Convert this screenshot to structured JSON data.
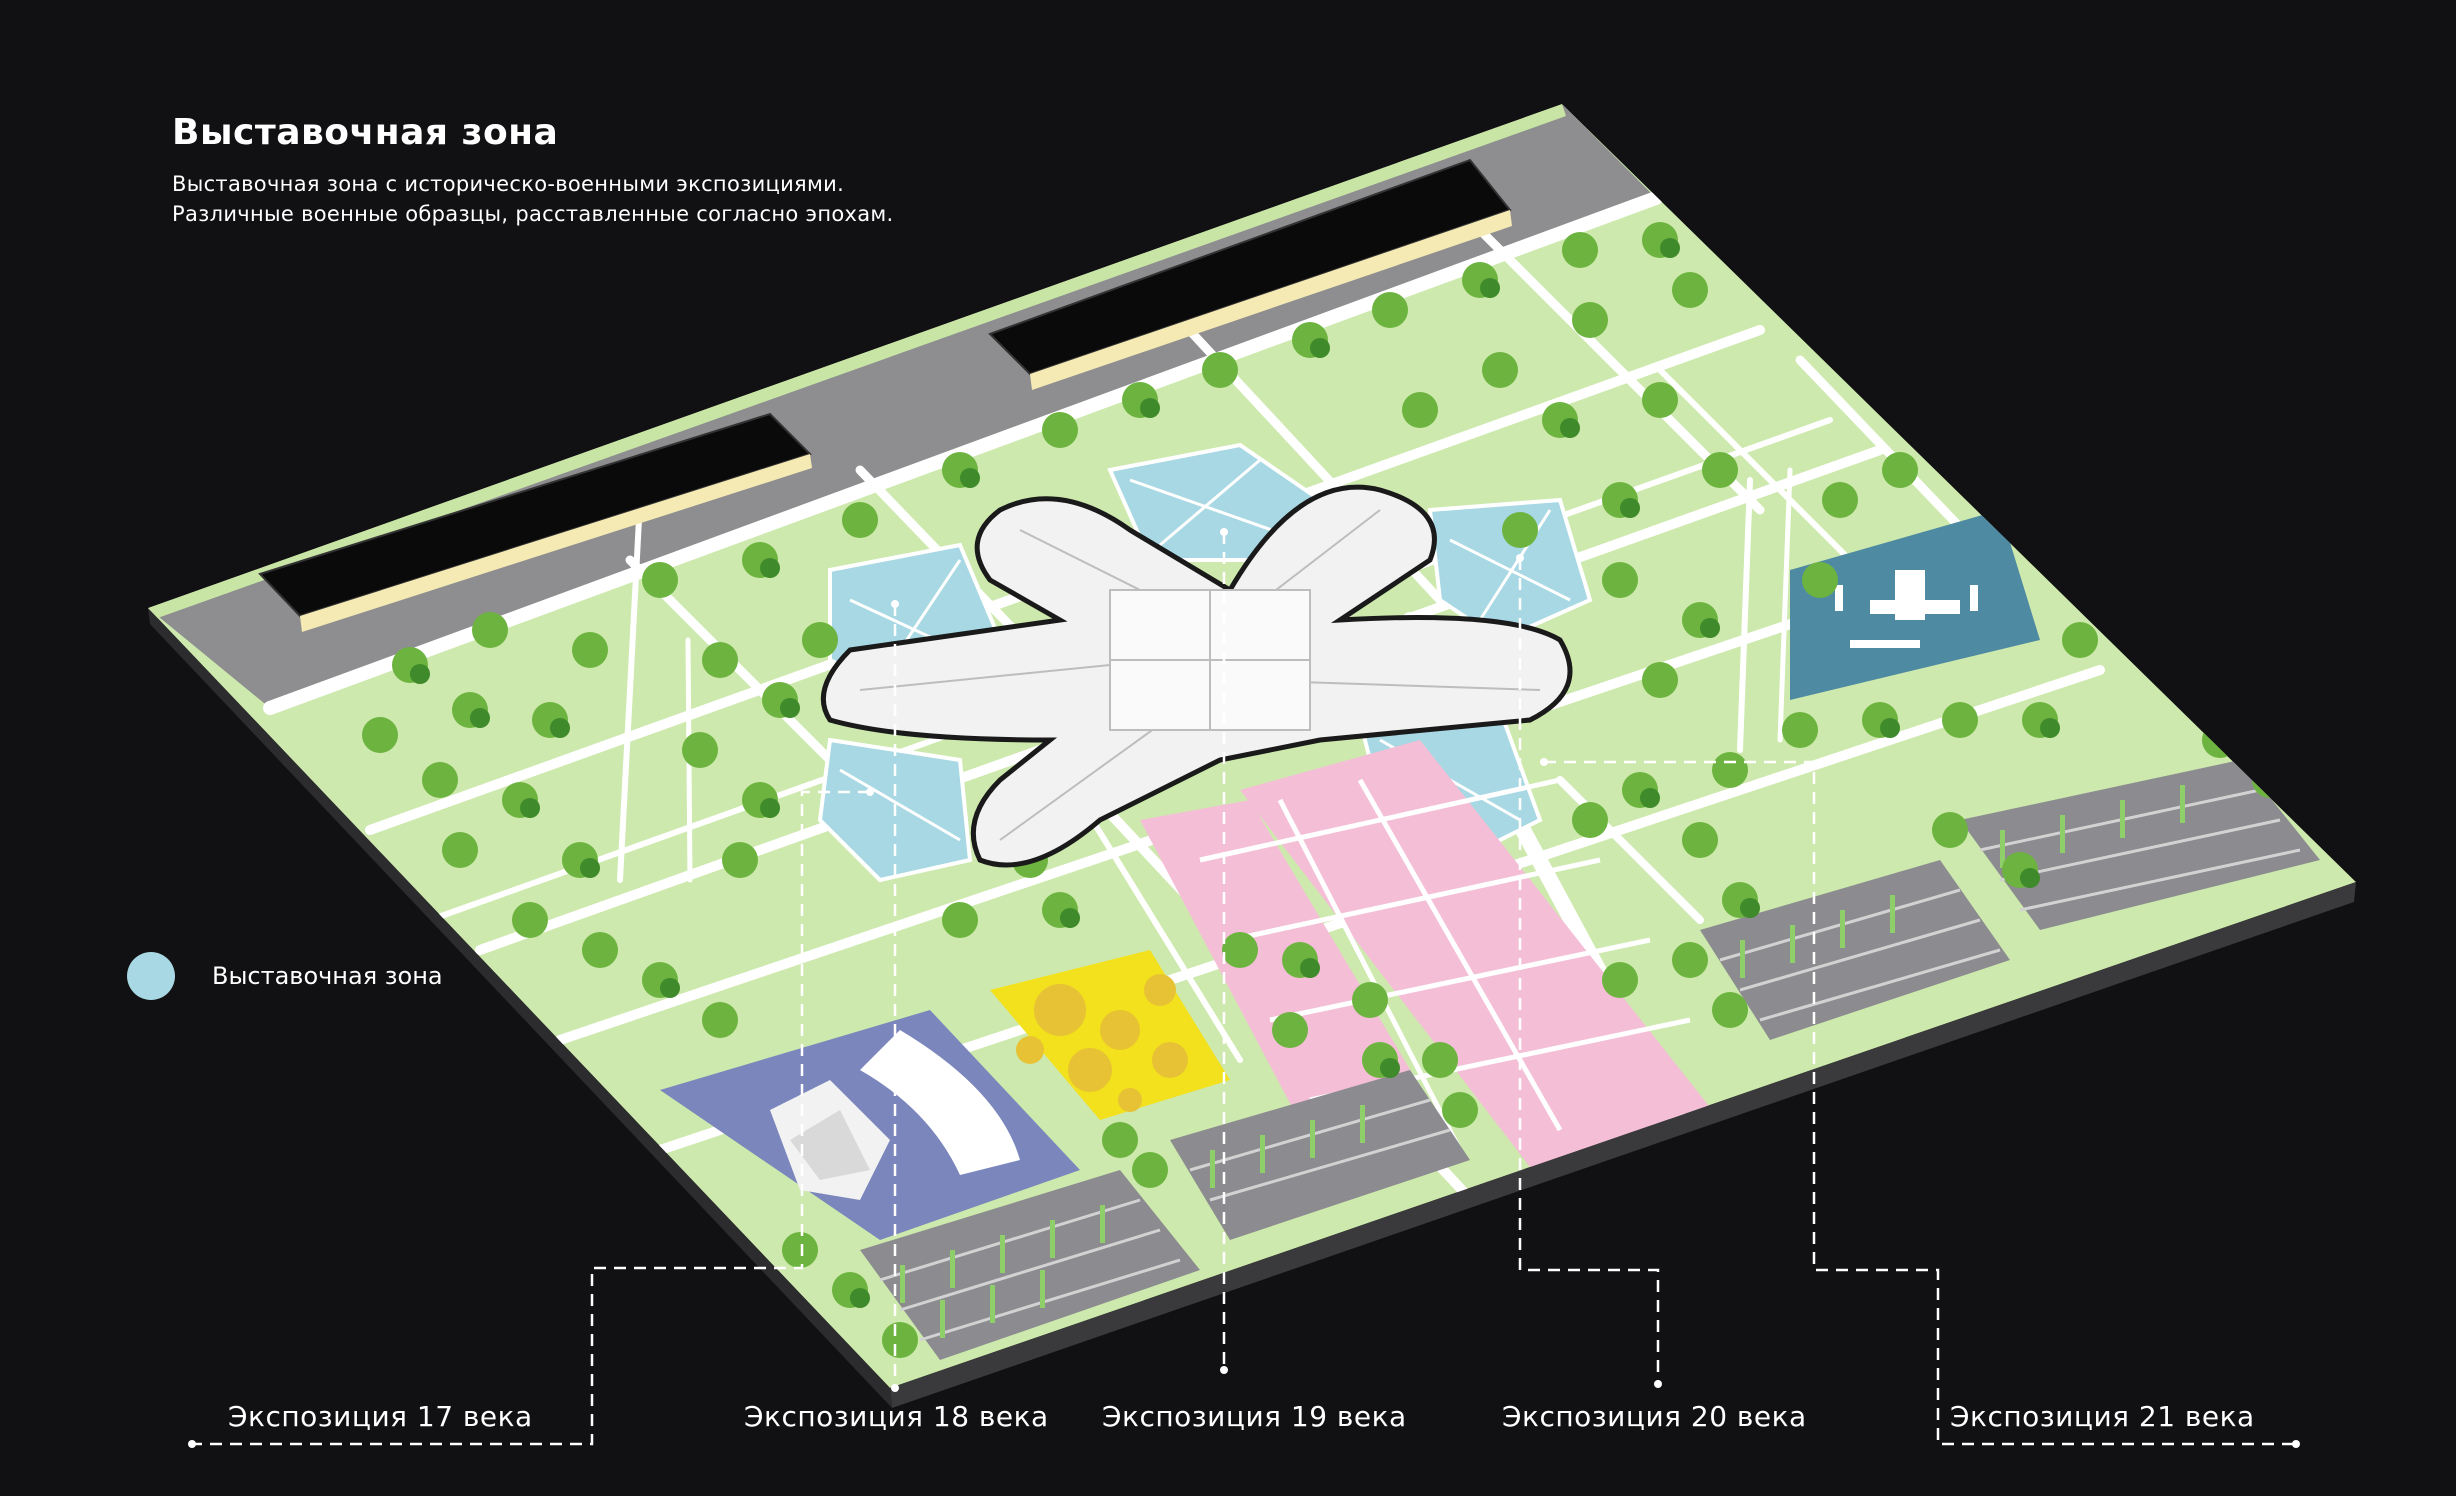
{
  "header": {
    "title": "Выставочная зона",
    "subtitle_line1": "Выставочная зона с историческо-военными экспозициями.",
    "subtitle_line2": "Различные военные образцы, расставленные согласно эпохам."
  },
  "legend": {
    "label": "Выставочная зона",
    "color": "#a7d8e3"
  },
  "exhibits": [
    {
      "label": "Экспозиция 17 века"
    },
    {
      "label": "Экспозиция 18 века"
    },
    {
      "label": "Экспозиция 19 века"
    },
    {
      "label": "Экспозиция 20 века"
    },
    {
      "label": "Экспозиция 21 века"
    }
  ],
  "palette": {
    "background": "#111012",
    "grass": "#cde9ad",
    "exhibition_blue": "#a7d8e3",
    "pink_zone": "#f4bfd6",
    "water": "#4f8aa3",
    "amphitheatre": "#7b86bd",
    "yellow_zone": "#f2e11c",
    "parking": "#8c8c90"
  }
}
